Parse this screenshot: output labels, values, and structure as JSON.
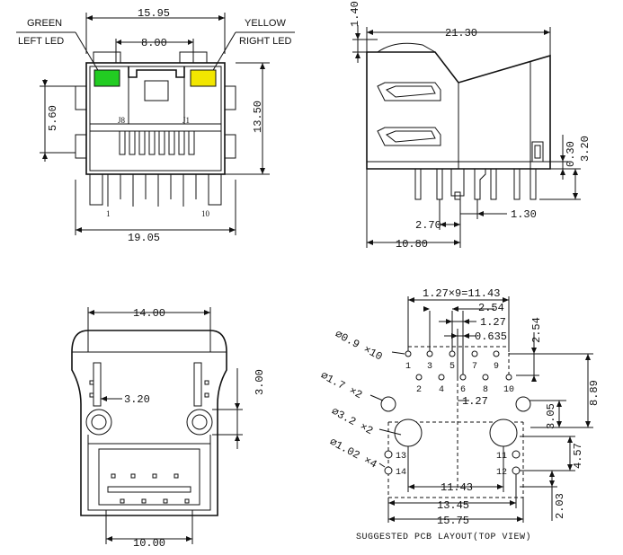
{
  "front_view": {
    "leds": {
      "green_label": "GREEN",
      "left_label": "LEFT LED",
      "yellow_label": "YELLOW",
      "right_label": "RIGHT LED",
      "green_color": "#22cc22",
      "yellow_color": "#f2e600"
    },
    "dims": {
      "top_width": "15.95",
      "inner_width": "8.00",
      "left_height": "5.60",
      "right_height": "13.50",
      "bottom_width": "19.05"
    },
    "pin_labels": {
      "j8": "J8",
      "j1": "J1",
      "p1": "1",
      "p10": "10"
    }
  },
  "side_view": {
    "dims": {
      "top_offset": "1.40",
      "length": "21.30",
      "right_a": "0.30",
      "right_b": "3.20",
      "pin_a": "2.70",
      "pin_b": "1.30",
      "bottom": "10.80"
    }
  },
  "bottom_view": {
    "dims": {
      "top_width": "14.00",
      "post_offset": "3.20",
      "right_height": "3.00",
      "bottom_width": "10.00"
    }
  },
  "pcb_layout": {
    "caption": "SUGGESTED PCB LAYOUT(TOP VIEW)",
    "dims": {
      "pitch_total": "1.27×9=11.43",
      "d254": "2.54",
      "d127": "1.27",
      "d0635": "0.635",
      "right_254": "2.54",
      "right_889": "8.89",
      "right_305": "3.05",
      "right_457": "4.57",
      "right_203": "2.03",
      "mid_127": "1.27",
      "w1143": "11.43",
      "w1345": "13.45",
      "w1575": "15.75"
    },
    "holes": {
      "h1": "∅0.9 ×10",
      "h2": "∅1.7 ×2",
      "h3": "∅3.2 ×2",
      "h4": "∅1.02 ×4"
    },
    "pins_top": [
      "1",
      "3",
      "5",
      "7",
      "9"
    ],
    "pins_bottom": [
      "2",
      "4",
      "6",
      "8",
      "10"
    ],
    "pins_extra": [
      "13",
      "14",
      "11",
      "12"
    ]
  }
}
